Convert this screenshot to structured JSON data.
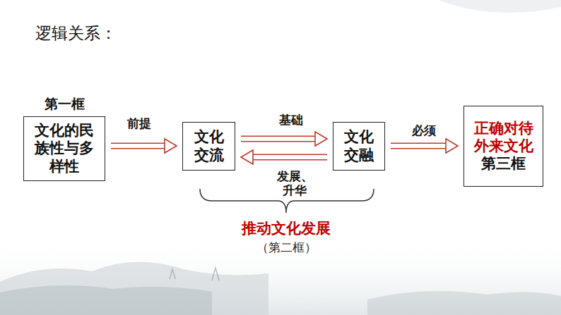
{
  "diagram": {
    "title": "逻辑关系：",
    "nodes": [
      {
        "text": [
          "第一框",
          "文化的民族性与多样性"
        ]
      },
      {
        "text": [
          "文化交流"
        ]
      },
      {
        "text": [
          "文化交融"
        ]
      },
      {
        "text": [
          "正确对待外来文化",
          "第三框"
        ]
      }
    ],
    "edges": [
      {
        "from": 0,
        "to": 1,
        "arrow": "to",
        "label": "前提"
      },
      {
        "from": 1,
        "to": 2,
        "arrow": "to",
        "label": "基础"
      },
      {
        "from": 2,
        "to": 1,
        "arrow": "to",
        "label": "发展、升华"
      },
      {
        "from": 2,
        "to": 3,
        "arrow": "to",
        "label": "必须"
      }
    ],
    "labels": [
      "推动文化发展",
      "（第二框）"
    ]
  }
}
